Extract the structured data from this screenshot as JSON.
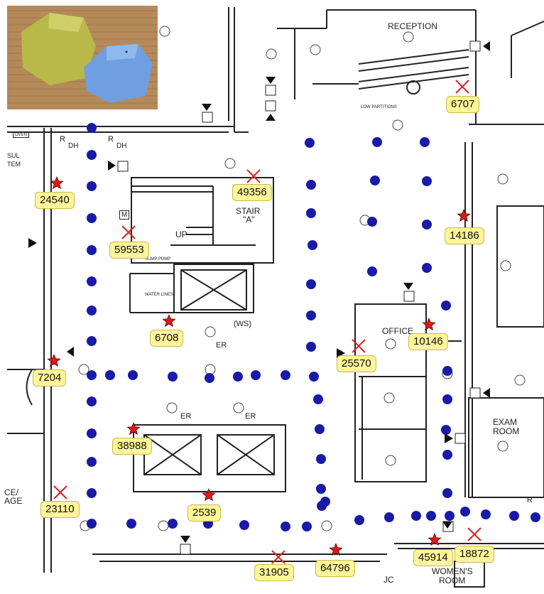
{
  "colors": {
    "beacon_dot": "#1a1aa8",
    "star_marker": "#d81c1c",
    "cross_marker": "#e02020",
    "label_bg": "#fff59a",
    "wall": "#222222",
    "beacon_green": "#b9b94a",
    "beacon_blue": "#6f9fe0"
  },
  "photo": {
    "objects": [
      "green beacon",
      "blue beacon"
    ]
  },
  "plan_text": {
    "reception": "RECEPTION",
    "stair": "STAIR",
    "stair_a": "\"A\"",
    "up": "UP",
    "office": "OFFICE",
    "exam_room_1": "EXAM",
    "exam_room_2": "ROOM",
    "womens_room_1": "WOMEN'S",
    "womens_room_2": "ROOM",
    "ws": "(WS)",
    "er1": "ER",
    "er2": "ER",
    "er3": "ER",
    "jc": "JC",
    "r_dh_1": "R",
    "dh_1": "DH",
    "r_dh_2": "R",
    "dh_2": "DH",
    "r_right": "R",
    "sul_1": "SUL",
    "sul_2": "TEM",
    "m": "M",
    "ce_1": "CE/",
    "ce_2": "AGE",
    "low_partitions": "LOW PARTITIONS",
    "sump": "SUMP PUMP",
    "water": "WATER LINES",
    "oven": "OVEN"
  },
  "labels": [
    {
      "id": "6707",
      "text": "6707"
    },
    {
      "id": "24540",
      "text": "24540"
    },
    {
      "id": "49356",
      "text": "49356"
    },
    {
      "id": "59553",
      "text": "59553"
    },
    {
      "id": "14186",
      "text": "14186"
    },
    {
      "id": "6708",
      "text": "6708"
    },
    {
      "id": "10146",
      "text": "10146"
    },
    {
      "id": "7204",
      "text": "7204"
    },
    {
      "id": "25570",
      "text": "25570"
    },
    {
      "id": "38988",
      "text": "38988"
    },
    {
      "id": "23110",
      "text": "23110"
    },
    {
      "id": "2539",
      "text": "2539"
    },
    {
      "id": "31905",
      "text": "31905"
    },
    {
      "id": "64796",
      "text": "64796"
    },
    {
      "id": "45914",
      "text": "45914"
    },
    {
      "id": "18872",
      "text": "18872"
    }
  ]
}
